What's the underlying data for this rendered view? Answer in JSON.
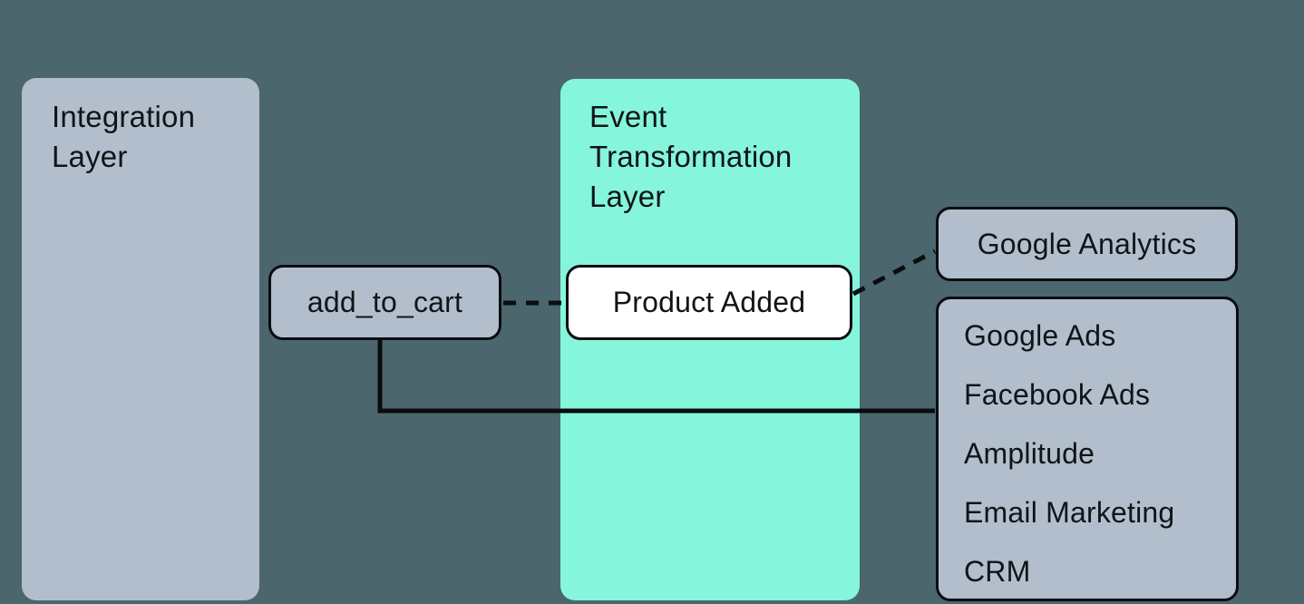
{
  "canvas": {
    "background_color": "#4c666d",
    "panel_fill_color": "#b2becc",
    "transformation_fill_color": "#85f6db",
    "node_border_color": "#0a0d10",
    "text_color": "#101418",
    "white_node_fill_color": "#ffffff"
  },
  "panels": {
    "integration": {
      "label": "Integration Layer",
      "fill": "#b2becc"
    },
    "transformation": {
      "label": "Event Transformation Layer",
      "fill": "#85f6db"
    }
  },
  "nodes": {
    "add_to_cart": {
      "label": "add_to_cart",
      "fill": "#b2becc"
    },
    "product_added": {
      "label": "Product Added",
      "fill": "#ffffff"
    },
    "google_analytics": {
      "label": "Google Analytics",
      "fill": "#b2becc"
    }
  },
  "destinations_box": {
    "items": [
      "Google Ads",
      "Facebook Ads",
      "Amplitude",
      "Email Marketing",
      "CRM"
    ],
    "fill": "#b2becc"
  },
  "connectors": [
    {
      "from": "add_to_cart",
      "to": "product_added",
      "style": "dashed"
    },
    {
      "from": "product_added",
      "to": "google_analytics",
      "style": "dashed"
    },
    {
      "from": "add_to_cart",
      "to": "destinations_box",
      "style": "solid-elbow"
    }
  ]
}
